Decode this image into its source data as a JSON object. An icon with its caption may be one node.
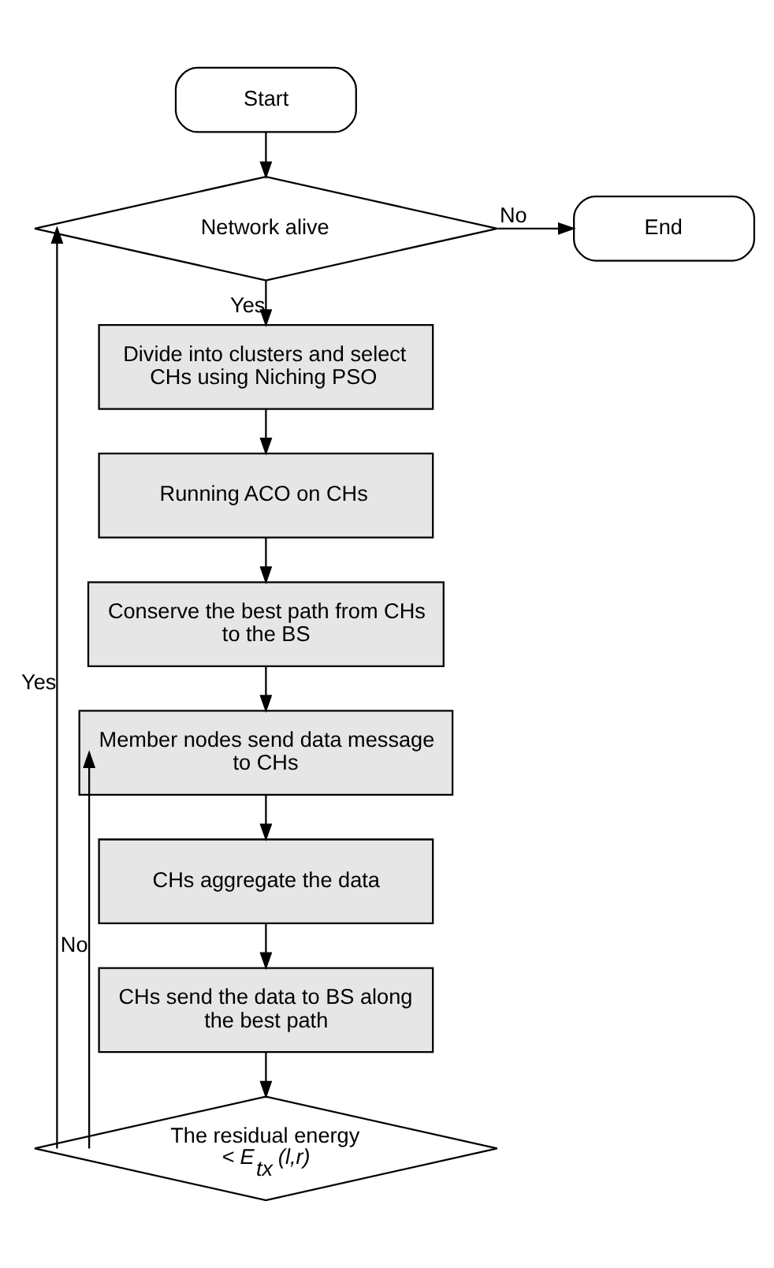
{
  "diagram": {
    "nodes": [
      {
        "text": [
          "Start"
        ]
      },
      {
        "text": [
          "Network alive"
        ]
      },
      {
        "text": [
          "End"
        ]
      },
      {
        "text": [
          "Divide into clusters and select CHs using Niching PSO"
        ]
      },
      {
        "text": [
          "Running ACO on CHs"
        ]
      },
      {
        "text": [
          "Conserve the best path from CHs to the BS"
        ]
      },
      {
        "text": [
          "Member nodes send data message to CHs"
        ]
      },
      {
        "text": [
          "CHs aggregate the data"
        ]
      },
      {
        "text": [
          "CHs send the data to BS along the best path"
        ]
      },
      {
        "text": [
          "The residual energy < *E$_{tx}$ (l,r)*"
        ]
      }
    ],
    "edges": [
      {
        "from": 0,
        "to": 1,
        "arrow": "to"
      },
      {
        "from": 1,
        "to": 2,
        "arrow": "to",
        "label": "No"
      },
      {
        "from": 1,
        "to": 3,
        "arrow": "to",
        "label": "Yes"
      },
      {
        "from": 3,
        "to": 4,
        "arrow": "to"
      },
      {
        "from": 4,
        "to": 5,
        "arrow": "to"
      },
      {
        "from": 5,
        "to": 6,
        "arrow": "to"
      },
      {
        "from": 6,
        "to": 7,
        "arrow": "to"
      },
      {
        "from": 7,
        "to": 8,
        "arrow": "to"
      },
      {
        "from": 8,
        "to": 9,
        "arrow": "to"
      },
      {
        "from": 9,
        "to": 1,
        "arrow": "to",
        "label": "Yes"
      },
      {
        "from": 9,
        "to": 6,
        "arrow": "to",
        "label": "No"
      }
    ]
  }
}
